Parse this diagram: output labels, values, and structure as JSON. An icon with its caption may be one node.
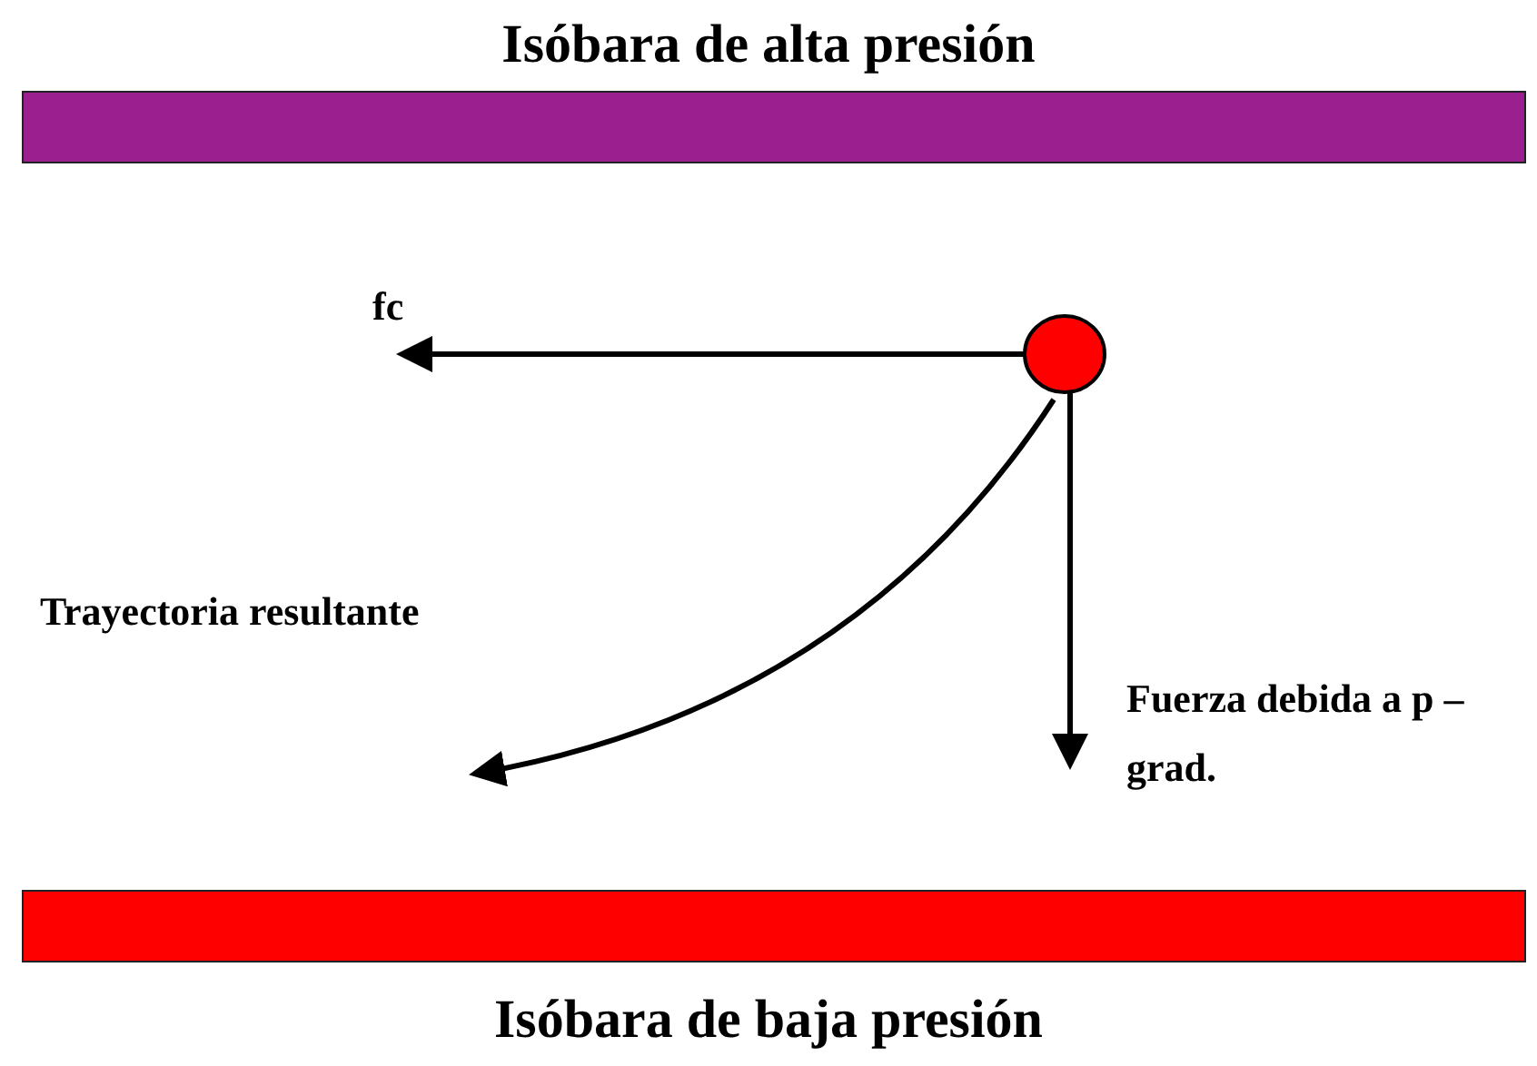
{
  "diagram": {
    "nodes": [
      {
        "text": [
          "Isóbara de alta presión"
        ]
      },
      {
        "text": [
          "Isóbara de baja presión"
        ]
      }
    ],
    "edges": [],
    "labels": [
      "fc",
      "Trayectoria resultante",
      "Fuerza debida a p – grad."
    ]
  }
}
